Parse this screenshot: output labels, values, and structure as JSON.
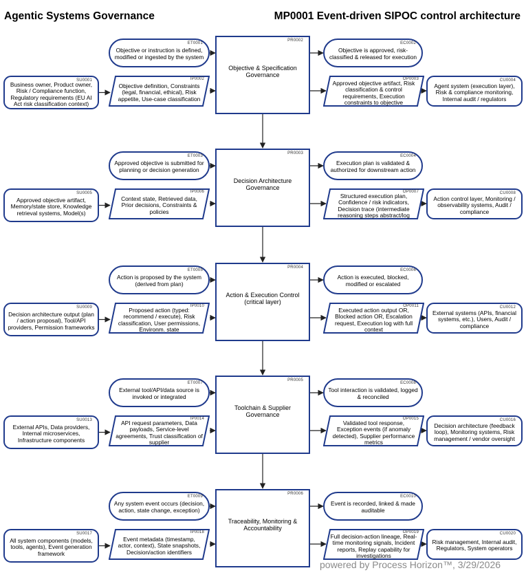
{
  "header": {
    "left_title": "Agentic Systems Governance",
    "right_title": "MP0001 Event-driven SIPOC control architecture"
  },
  "rows": [
    {
      "supplier": {
        "id": "SU0001",
        "text": "Business owner, Product owner, Risk / Compliance function, Regulatory requirements (EU AI Act risk classification context)"
      },
      "trigger": {
        "id": "ET0001",
        "text": "Objective or instruction is defined, modified or ingested by the system"
      },
      "input": {
        "id": "IP0002",
        "text": "Objective definition, Constraints (legal, financial, ethical), Risk appetite, Use-case classification"
      },
      "process": {
        "id": "PR0002",
        "text": "Objective & Specification Governance"
      },
      "end_event": {
        "id": "EC0002",
        "text": "Objective is approved, risk-classified & released for execution"
      },
      "output": {
        "id": "OP0003",
        "text": "Approved objective artifact, Risk classification & control requirements, Execution constraints to objective"
      },
      "customer": {
        "id": "CU0004",
        "text": "Agent system (execution layer), Risk & compliance monitoring, Internal audit / regulators"
      }
    },
    {
      "supplier": {
        "id": "SU0005",
        "text": "Approved objective artifact, Memory/state store, Knowledge retrieval systems, Model(s)"
      },
      "trigger": {
        "id": "ET0003",
        "text": "Approved objective is submitted for planning or decision generation"
      },
      "input": {
        "id": "IP0006",
        "text": "Context state, Retrieved data, Prior decisions, Constraints & policies"
      },
      "process": {
        "id": "PR0003",
        "text": "Decision Architecture Governance"
      },
      "end_event": {
        "id": "EC0004",
        "text": "Execution plan is validated & authorized for downstream action"
      },
      "output": {
        "id": "OP0007",
        "text": "Structured execution plan, Confidence / risk indicators, Decision trace (intermediate reasoning steps abstract/log"
      },
      "customer": {
        "id": "CU0008",
        "text": "Action control layer, Monitoring / observability systems, Audit / compliance"
      }
    },
    {
      "supplier": {
        "id": "SU0009",
        "text": "Decision architecture output (plan / action proposal), Tool/API providers, Permission frameworks"
      },
      "trigger": {
        "id": "ET0005",
        "text": "Action is proposed by the system (derived from plan)"
      },
      "input": {
        "id": "IP0010",
        "text": "Proposed action (typed: recommend / execute), Risk classification, User permissions, Environm. state"
      },
      "process": {
        "id": "PR0004",
        "text": "Action & Execution Control (critical layer)"
      },
      "end_event": {
        "id": "EC0006",
        "text": "Action is executed, blocked, modified or escalated"
      },
      "output": {
        "id": "OP0011",
        "text": "Executed action output OR, Blocked action OR, Escalation request, Execution log with full context"
      },
      "customer": {
        "id": "CU0012",
        "text": "External systems (APIs, financial systems, etc.), Users, Audit / compliance"
      }
    },
    {
      "supplier": {
        "id": "SU0013",
        "text": "External APIs, Data providers, Internal microservices, Infrastructure components"
      },
      "trigger": {
        "id": "ET0007",
        "text": "External tool/API/data source is invoked or integrated"
      },
      "input": {
        "id": "IP0014",
        "text": "API request parameters, Data payloads, Service-level agreements, Trust classification of supplier"
      },
      "process": {
        "id": "PR0005",
        "text": "Toolchain & Supplier Governance"
      },
      "end_event": {
        "id": "EC0008",
        "text": "Tool interaction is validated, logged & reconciled"
      },
      "output": {
        "id": "OP0015",
        "text": "Validated tool response, Exception events (if anomaly detected), Supplier performance metrics"
      },
      "customer": {
        "id": "CU0016",
        "text": "Decision architecture (feedback loop), Monitoring systems, Risk management / vendor oversight"
      }
    },
    {
      "supplier": {
        "id": "SU0017",
        "text": "All system components (models, tools, agents), Event generation framework"
      },
      "trigger": {
        "id": "ET0009",
        "text": "Any system event occurs (decision, action, state change, exception)"
      },
      "input": {
        "id": "IP0018",
        "text": "Event metadata (timestamp, actor, context), State snapshots, Decision/action identifiers"
      },
      "process": {
        "id": "PR0006",
        "text": "Traceability, Monitoring & Accountability"
      },
      "end_event": {
        "id": "EC0010",
        "text": "Event is recorded, linked & made auditable"
      },
      "output": {
        "id": "OP0019",
        "text": "Full decision-action lineage, Real-time monitoring signals, Incident reports, Replay capability for investigations"
      },
      "customer": {
        "id": "CU0020",
        "text": "Risk management, Internal audit, Regulators, System operators"
      }
    }
  ],
  "footer": "powered by Process Horizon™, 3/29/2026",
  "colors": {
    "stroke": "#1f3a8c",
    "wire": "#222222"
  }
}
